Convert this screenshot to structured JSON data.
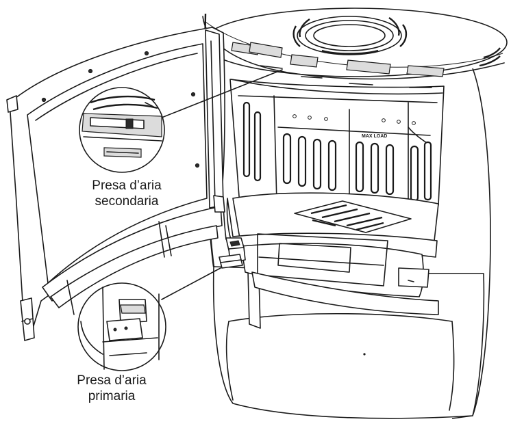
{
  "labels": {
    "secondary_air": {
      "line1": "Presa d’aria",
      "line2": "secondaria"
    },
    "primary_air": {
      "line1": "Presa d’aria",
      "line2": "primaria"
    }
  },
  "plaque_text": "MAX LOAD",
  "colors": {
    "ink": "#1a1a1a",
    "paper": "#ffffff",
    "shade": "#dcdcdc"
  }
}
